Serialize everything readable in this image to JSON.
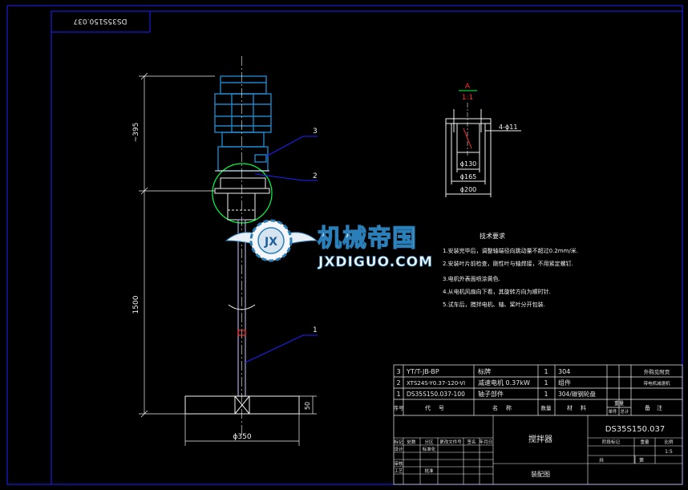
{
  "colors": {
    "background": "#000000",
    "frame": "#2020ff",
    "outline": "#f2f2f2",
    "motor": "#1e86c8",
    "shaft": "#a9a9d8",
    "highlight": "#00ff40",
    "table_text": "#e6e6e6",
    "note_text": "#f2f2f2",
    "watermark_fill": "#ffffff",
    "watermark_outline": "#2a7fb8"
  },
  "title_tag": "DS35S150.037",
  "dimensions": {
    "overall_height": "~395",
    "shaft_length": "1500",
    "impeller_diameter": "ϕ350",
    "blade_height": "50"
  },
  "balloons": [
    "3",
    "2",
    "1"
  ],
  "detail": {
    "marker_letter": "A",
    "scale": "1:1",
    "holes": "4-ϕ11",
    "d1": "ϕ130",
    "d2": "ϕ165",
    "d3": "ϕ200"
  },
  "notes": {
    "title": "技术要求",
    "items": [
      "1.安装完毕后，调整轴端径向跳动量不超过0.2mm/米.",
      "2.安装叶片前检查，刚性叶与轴焊接，不用紧定螺钉.",
      "3.电机外表面喷涂黄色.",
      "4.从电机风扇向下看，其旋转方向为顺时针.",
      "5.试车后，搅拌电机、轴、桨叶分开包装."
    ]
  },
  "watermark": {
    "badge": "JX",
    "title": "机械帝国",
    "subtitle": "JXDIGUO.COM"
  },
  "bom": {
    "rows": [
      {
        "no": "3",
        "code": "YT/T-JB-BP",
        "name": "标牌",
        "qty": "1",
        "material": "304",
        "remark": "外购见附页"
      },
      {
        "no": "2",
        "code": "XTS24S-Y0.37-120-VI",
        "name": "减速电机 0.37kW",
        "qty": "1",
        "material": "组件",
        "remark": "带电机减速机"
      },
      {
        "no": "1",
        "code": "DS35S150.037-100",
        "name": "轴子部件",
        "qty": "1",
        "material": "304/碳钢轮盘",
        "remark": ""
      }
    ],
    "header": {
      "no": "序号",
      "code": "代号",
      "name": "名称",
      "qty": "数量",
      "material": "材料",
      "unit_weight": "单件",
      "total_weight": "总计",
      "weight": "重量",
      "remark": "备注"
    }
  },
  "title_block": {
    "drawing_no": "DS35S150.037",
    "part_name": "搅拌器",
    "drawing_type": "装配图",
    "scale_value": "1:5",
    "sheet_total": "共",
    "sheet_no": "第",
    "labels": [
      "标记",
      "处数",
      "分区",
      "更改文件号",
      "签名",
      "年月日",
      "设计",
      "标准化",
      "审核",
      "工艺",
      "批准"
    ],
    "stage_labels": [
      "阶段标记",
      "重量",
      "比例"
    ]
  }
}
